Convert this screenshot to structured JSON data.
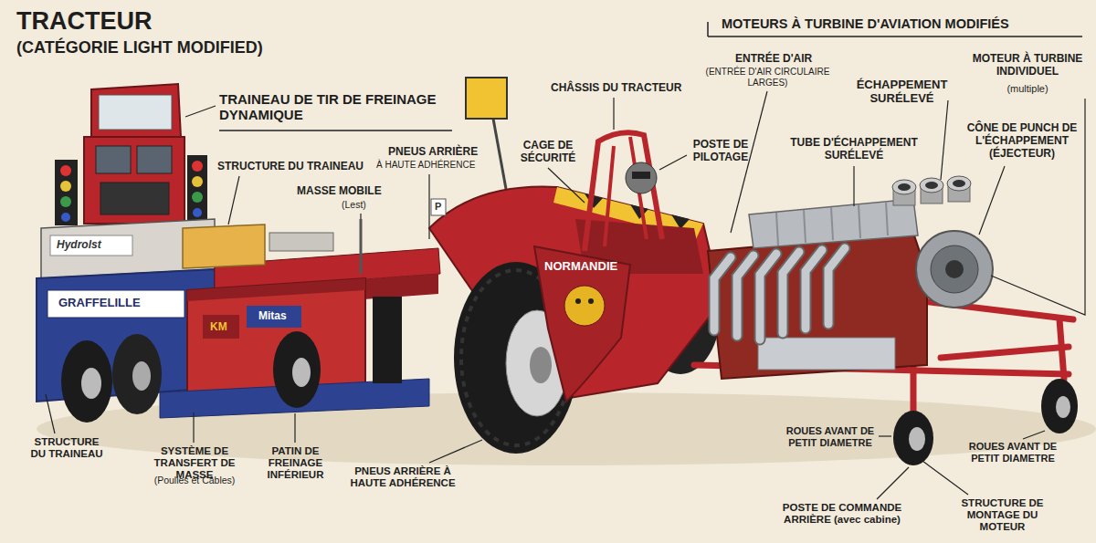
{
  "diagram": {
    "title": "TRACTEUR",
    "labels": [
      "(CATÉGORIE LIGHT MODIFIED)",
      "MOTEURS À TURBINE D'AVIATION MODIFIÉS",
      "TRAINEAU DE TIR DE FREINAGE DYNAMIQUE",
      "STRUCTURE DU TRAINEAU",
      "MASSE MOBILE",
      "(Lest)",
      "PNEUS ARRIÈRE",
      "À HAUTE ADHÉRENCE",
      "CHÂSSIS DU TRACTEUR",
      "CAGE DE SÉCURITÉ",
      "POSTE DE PILOTAGE",
      "ENTRÉE D'AIR",
      "(ENTRÉE D'AIR CIRCULAIRE LARGES)",
      "ÉCHAPPEMENT SURÉLEVÉ",
      "TUBE D'ÉCHAPPEMENT SURÉLEVÉ",
      "MOTEUR À TURBINE INDIVIDUEL",
      "(multiple)",
      "CÔNE DE PUNCH DE L'ÉCHAPPEMENT (ÉJECTEUR)",
      "STRUCTURE DU TRAINEAU",
      "SYSTÈME DE TRANSFERT DE MASSE",
      "(Poulies et Câbles)",
      "PATIN DE FREINAGE INFÉRIEUR",
      "PNEUS ARRIÈRE À HAUTE ADHÉRENCE",
      "ROUES AVANT DE PETIT DIAMETRE",
      "ROUES AVANT DE PETIT DIAMETRE",
      "POSTE DE COMMANDE ARRIÈRE (avec cabine)",
      "STRUCTURE DE MONTAGE DU MOTEUR",
      "Hydrolst",
      "GRAFFELILLE",
      "KM",
      "Mitas",
      "P",
      "NORMANDIE"
    ]
  }
}
